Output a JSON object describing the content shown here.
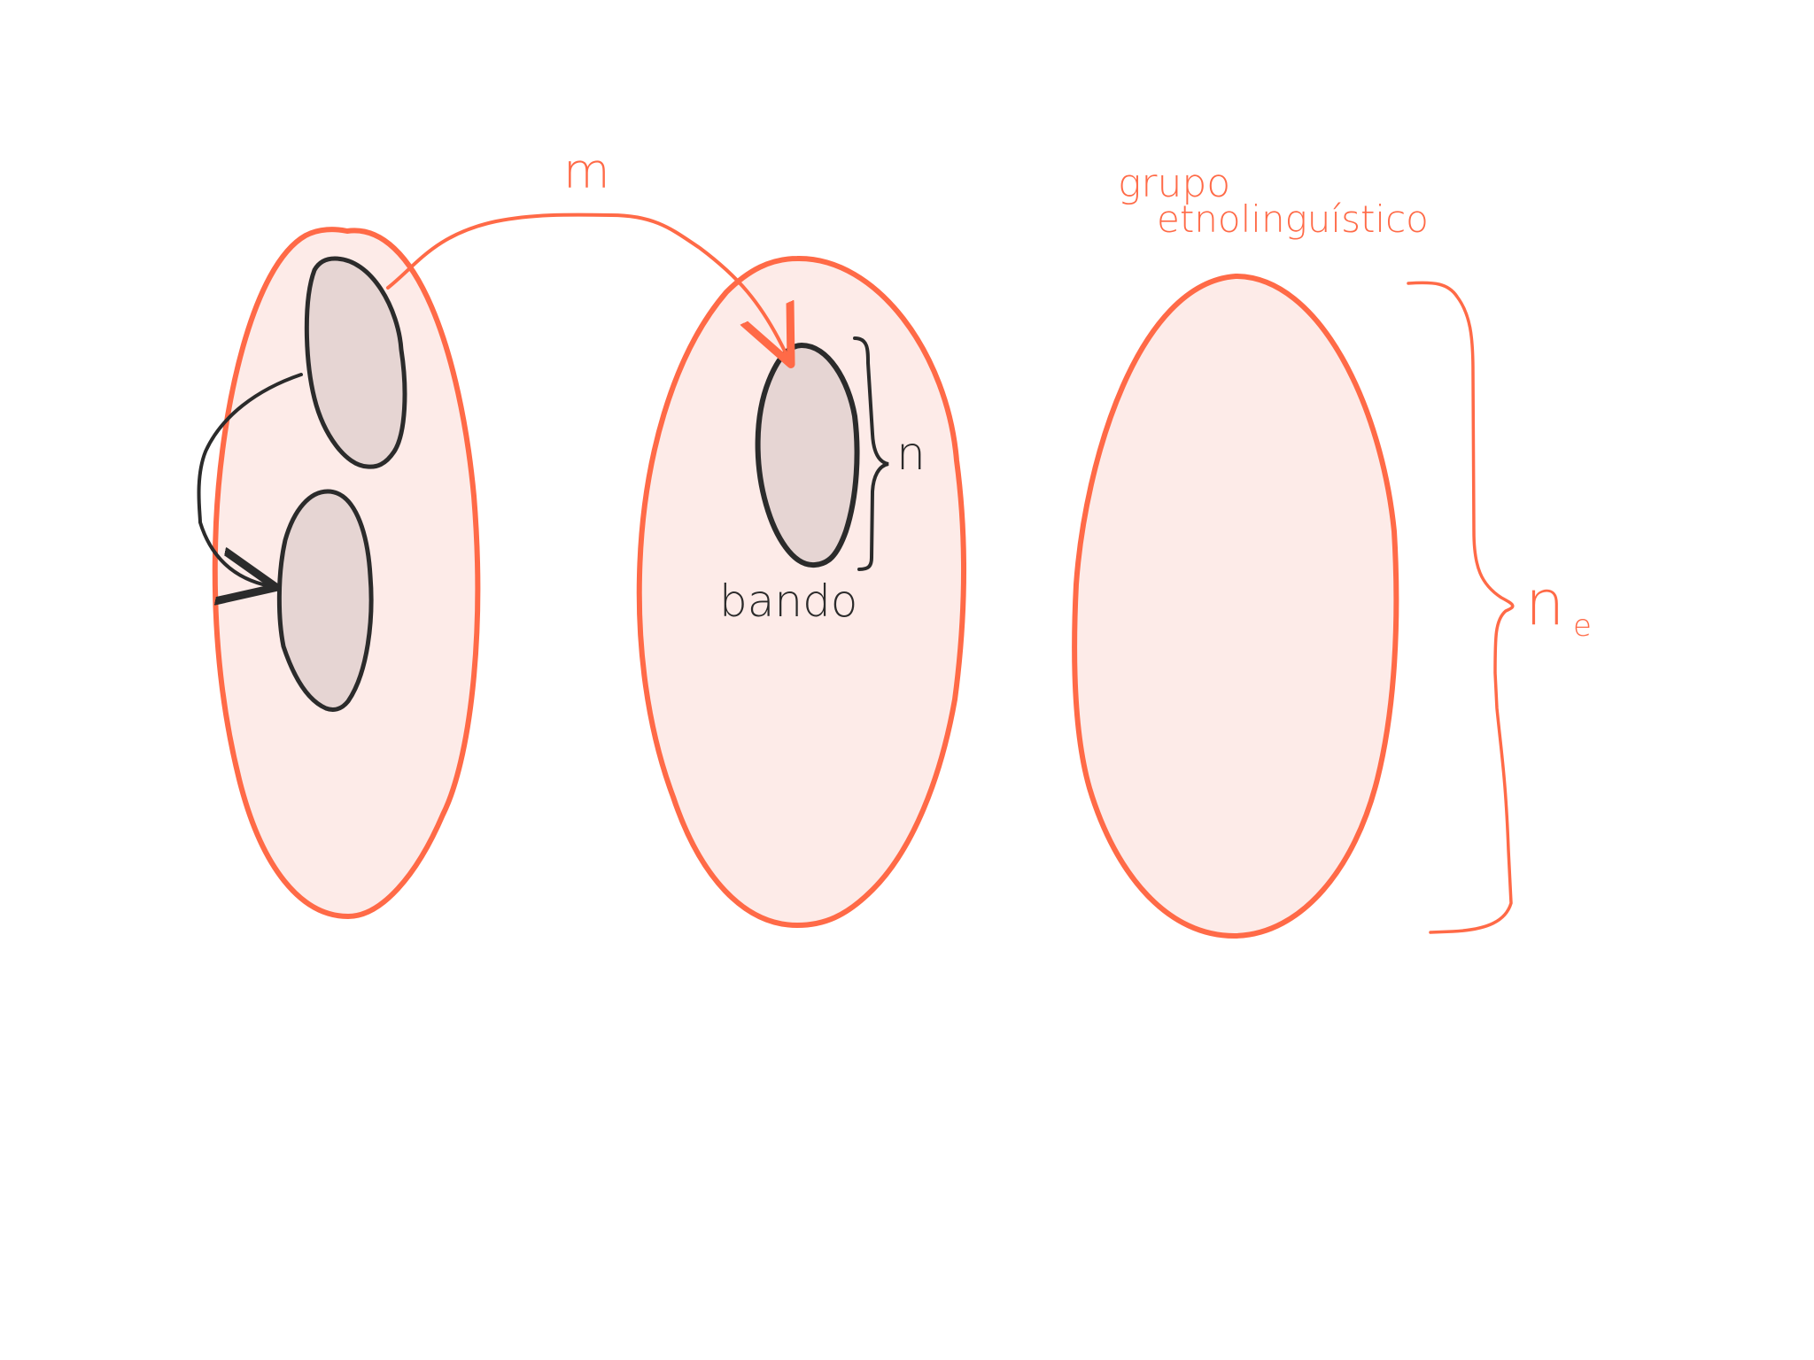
{
  "labels": {
    "migration_between_groups": "m",
    "migration_within_group": "",
    "band": "bando",
    "band_size": "n",
    "ethnolinguistic_group_line1": "grupo",
    "ethnolinguistic_group_line2": "etnolinguístico",
    "group_size": "n",
    "group_size_subscript": "e"
  },
  "colors": {
    "group_fill": "#fdebe8",
    "group_stroke": "#ff6a47",
    "band_fill": "#e6d5d3",
    "band_stroke": "#2b2b2b",
    "accent_text": "#ff6a47",
    "ink_text": "#2b2b2b"
  }
}
